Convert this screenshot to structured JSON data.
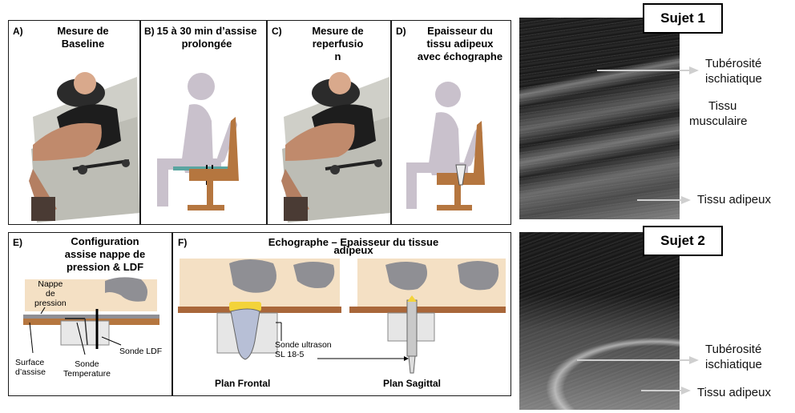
{
  "panels": {
    "A": {
      "letter": "A)",
      "title_l1": "Mesure de",
      "title_l2": "Baseline"
    },
    "B": {
      "letter": "B)",
      "title_l1": "15 à 30 min d’assise",
      "title_l2": "prolongée"
    },
    "C": {
      "letter": "C)",
      "title_l1": "Mesure de",
      "title_l2": "reperfusio",
      "title_l3": "n"
    },
    "D": {
      "letter": "D)",
      "title_l1": "Epaisseur du",
      "title_l2": "tissu adipeux",
      "title_l3": "avec échographe"
    },
    "E": {
      "letter": "E)",
      "title_l1": "Configuration",
      "title_l2": "assise nappe de",
      "title_l3": "pression & LDF",
      "nappe_l1": "Nappe",
      "nappe_l2": "de",
      "nappe_l3": "pression",
      "surface_l1": "Surface",
      "surface_l2": "d’assise",
      "temp_l1": "Sonde",
      "temp_l2": "Temperature",
      "ldf": "Sonde LDF"
    },
    "F": {
      "letter": "F)",
      "title_l1": "Echographe – Epaisseur du tissue",
      "title_l2": "adipeux",
      "probe_l1": "Sonde ultrason",
      "probe_l2": "SL 18-5",
      "frontal": "Plan Frontal",
      "sagittal": "Plan Sagittal"
    }
  },
  "ultrasound": {
    "subject1": {
      "title": "Sujet 1",
      "tub_l1": "Tubérosité",
      "tub_l2": "ischiatique",
      "muscle_l1": "Tissu",
      "muscle_l2": "musculaire",
      "fat": "Tissu adipeux"
    },
    "subject2": {
      "title": "Sujet 2",
      "tub_l1": "Tubérosité",
      "tub_l2": "ischiatique",
      "fat": "Tissu adipeux"
    }
  },
  "colors": {
    "border": "#1a1a1a",
    "chair": "#b5763f",
    "silhouette": "#c9c1cc",
    "skin": "#f4e0c4",
    "bone": "#8f8f94",
    "probe": "#f3d33a",
    "seat": "#a9673a"
  }
}
